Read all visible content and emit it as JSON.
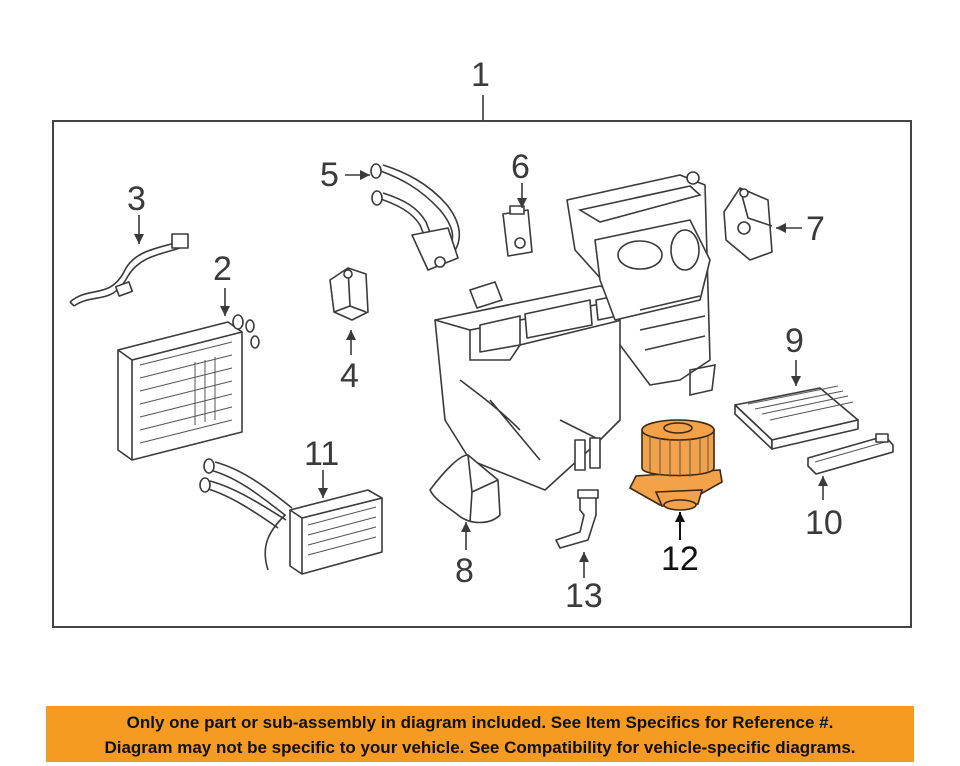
{
  "callouts": {
    "c1": "1",
    "c2": "2",
    "c3": "3",
    "c4": "4",
    "c5": "5",
    "c6": "6",
    "c7": "7",
    "c8": "8",
    "c9": "9",
    "c10": "10",
    "c11": "11",
    "c12": "12",
    "c13": "13"
  },
  "highlight_color": "#f4a24a",
  "banner": {
    "line1": "Only one part or sub-assembly in diagram included. See Item Specifics for Reference #.",
    "line2": "Diagram may not be specific to your vehicle. See Compatibility for vehicle-specific diagrams.",
    "background": "#f59a23"
  }
}
